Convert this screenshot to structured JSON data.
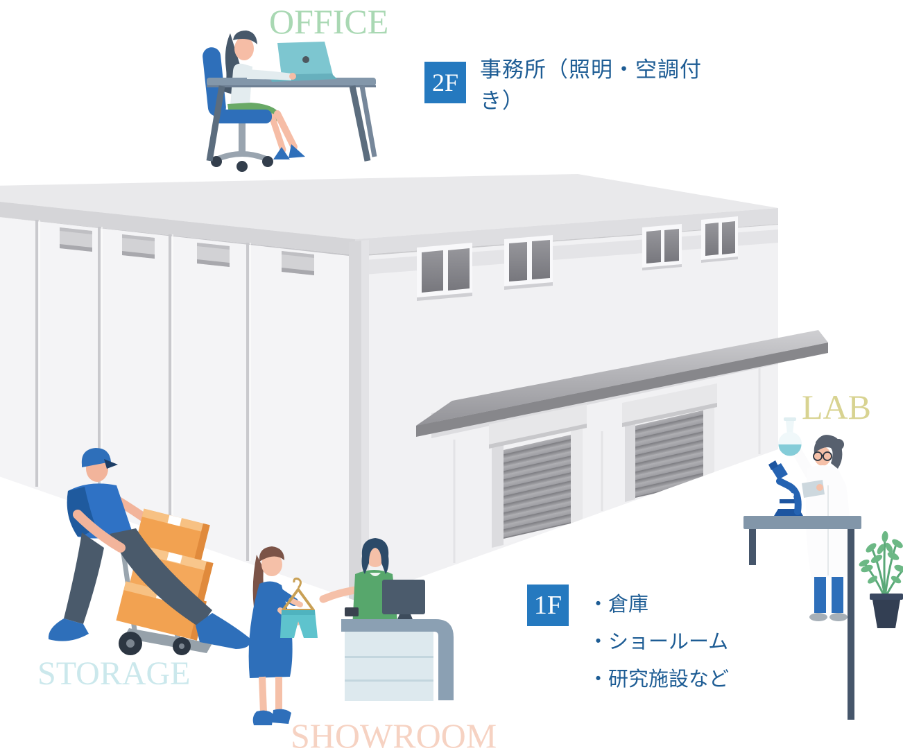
{
  "page": {
    "background": "#ffffff",
    "description": "Isometric two-story warehouse illustration with floor-use callouts"
  },
  "area_labels": {
    "office": {
      "text": "OFFICE",
      "color": "#a9d8b3"
    },
    "storage": {
      "text": "STORAGE",
      "color": "#cbe8ec"
    },
    "showroom": {
      "text": "SHOWROOM",
      "color": "#f6d2c2"
    },
    "lab": {
      "text": "LAB",
      "color": "#d8d391"
    }
  },
  "callouts": {
    "floor2": {
      "badge": "2F",
      "description": "事務所（照明・空調付き）"
    },
    "floor1": {
      "badge": "1F",
      "items": [
        "・倉庫",
        "・ショールーム",
        "・研究施設など"
      ]
    }
  },
  "colors": {
    "floor_badge": "#2579bf",
    "callout_text": "#1d5c94",
    "callout_background": "#ffffff",
    "building_wall": "#f2f2f4",
    "accent_blue": "#2e6fba",
    "box_orange": "#f2a251"
  },
  "scene": {
    "building": "two-story-warehouse-isometric",
    "figures": [
      "office-worker-at-desk",
      "warehouse-worker-with-hand-truck",
      "showroom-customer-with-clerk",
      "lab-scientist-with-flask"
    ],
    "props": [
      "laptop",
      "office-desk",
      "office-chair",
      "hand-truck",
      "cardboard-boxes",
      "roller-shutter-doors",
      "awning",
      "clothes-hanger",
      "reception-counter",
      "computer-monitor",
      "microscope",
      "lab-table",
      "potted-plant"
    ]
  }
}
